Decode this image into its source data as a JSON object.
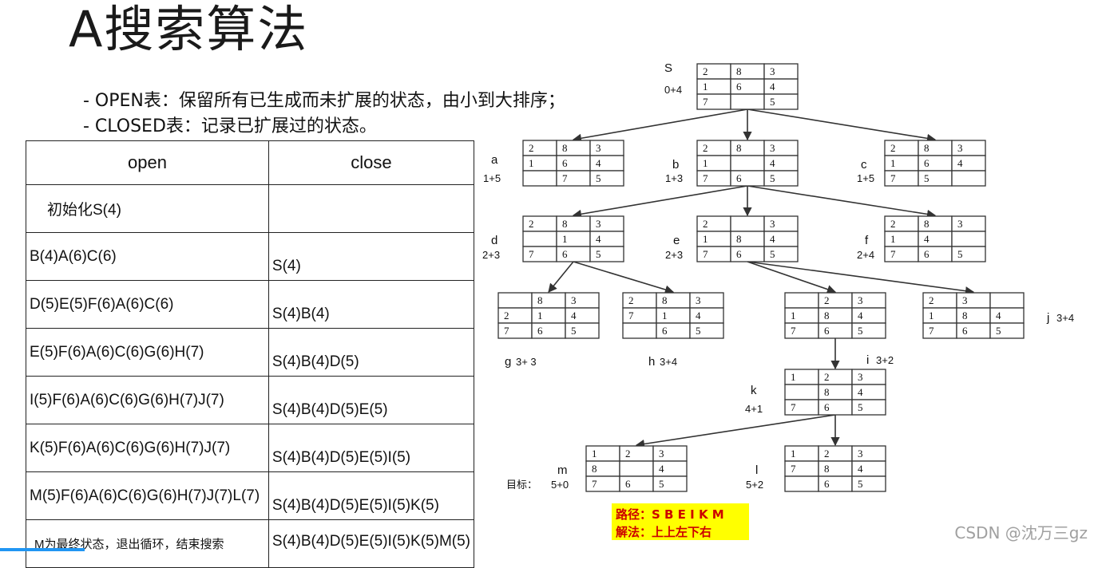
{
  "title": "A搜索算法",
  "bullets": [
    "- OPEN表：保留所有已生成而未扩展的状态，由小到大排序；",
    "- CLOSED表：记录已扩展过的状态。"
  ],
  "table": {
    "headers": [
      "open",
      "close"
    ],
    "rows": [
      [
        "初始化S(4)",
        ""
      ],
      [
        "B(4)A(6)C(6)",
        "S(4)"
      ],
      [
        "D(5)E(5)F(6)A(6)C(6)",
        "S(4)B(4)"
      ],
      [
        "E(5)F(6)A(6)C(6)G(6)H(7)",
        "S(4)B(4)D(5)"
      ],
      [
        "I(5)F(6)A(6)C(6)G(6)H(7)J(7)",
        "S(4)B(4)D(5)E(5)"
      ],
      [
        "K(5)F(6)A(6)C(6)G(6)H(7)J(7)",
        "S(4)B(4)D(5)E(5)I(5)"
      ],
      [
        "M(5)F(6)A(6)C(6)G(6)H(7)J(7)L(7)",
        "S(4)B(4)D(5)E(5)I(5)K(5)"
      ],
      [
        "M为最终状态，退出循环，结束搜索",
        "S(4)B(4)D(5)E(5)I(5)K(5)M(5)"
      ]
    ]
  },
  "nodes": [
    {
      "id": "S",
      "label": "S",
      "cost": "0+4",
      "grid": [
        [
          "2",
          "8",
          "3"
        ],
        [
          "1",
          "6",
          "4"
        ],
        [
          "7",
          "",
          "5"
        ]
      ]
    },
    {
      "id": "a",
      "label": "a",
      "cost": "1+5",
      "grid": [
        [
          "2",
          "8",
          "3"
        ],
        [
          "1",
          "6",
          "4"
        ],
        [
          "",
          "7",
          "5"
        ]
      ]
    },
    {
      "id": "b",
      "label": "b",
      "cost": "1+3",
      "grid": [
        [
          "2",
          "8",
          "3"
        ],
        [
          "1",
          "",
          "4"
        ],
        [
          "7",
          "6",
          "5"
        ]
      ]
    },
    {
      "id": "c",
      "label": "c",
      "cost": "1+5",
      "grid": [
        [
          "2",
          "8",
          "3"
        ],
        [
          "1",
          "6",
          "4"
        ],
        [
          "7",
          "5",
          ""
        ]
      ]
    },
    {
      "id": "d",
      "label": "d",
      "cost": "2+3",
      "grid": [
        [
          "2",
          "8",
          "3"
        ],
        [
          "",
          "1",
          "4"
        ],
        [
          "7",
          "6",
          "5"
        ]
      ]
    },
    {
      "id": "e",
      "label": "e",
      "cost": "2+3",
      "grid": [
        [
          "2",
          "",
          "3"
        ],
        [
          "1",
          "8",
          "4"
        ],
        [
          "7",
          "6",
          "5"
        ]
      ]
    },
    {
      "id": "f",
      "label": "f",
      "cost": "2+4",
      "grid": [
        [
          "2",
          "8",
          "3"
        ],
        [
          "1",
          "4",
          ""
        ],
        [
          "7",
          "6",
          "5"
        ]
      ]
    },
    {
      "id": "g",
      "label": "g",
      "cost": "3+ 3",
      "grid": [
        [
          "",
          "8",
          "3"
        ],
        [
          "2",
          "1",
          "4"
        ],
        [
          "7",
          "6",
          "5"
        ]
      ]
    },
    {
      "id": "h",
      "label": "h",
      "cost": "3+4",
      "grid": [
        [
          "2",
          "8",
          "3"
        ],
        [
          "7",
          "1",
          "4"
        ],
        [
          "",
          "6",
          "5"
        ]
      ]
    },
    {
      "id": "i",
      "label": "i",
      "cost": "3+2",
      "grid": [
        [
          "",
          "2",
          "3"
        ],
        [
          "1",
          "8",
          "4"
        ],
        [
          "7",
          "6",
          "5"
        ]
      ]
    },
    {
      "id": "j",
      "label": "j",
      "cost": "3+4",
      "grid": [
        [
          "2",
          "3",
          ""
        ],
        [
          "1",
          "8",
          "4"
        ],
        [
          "7",
          "6",
          "5"
        ]
      ]
    },
    {
      "id": "k",
      "label": "k",
      "cost": "4+1",
      "grid": [
        [
          "1",
          "2",
          "3"
        ],
        [
          "",
          "8",
          "4"
        ],
        [
          "7",
          "6",
          "5"
        ]
      ]
    },
    {
      "id": "m",
      "label": "m",
      "cost": "5+0",
      "grid": [
        [
          "1",
          "2",
          "3"
        ],
        [
          "8",
          "",
          "4"
        ],
        [
          "7",
          "6",
          "5"
        ]
      ]
    },
    {
      "id": "l",
      "label": "l",
      "cost": "5+2",
      "grid": [
        [
          "1",
          "2",
          "3"
        ],
        [
          "7",
          "8",
          "4"
        ],
        [
          "",
          "6",
          "5"
        ]
      ]
    }
  ],
  "goal_label": "目标：",
  "path_line": "路径：S B E I K M",
  "solution_line": "解法：上上左下右",
  "result_bg": "#ffff00",
  "watermark": "CSDN @沈万三gz"
}
